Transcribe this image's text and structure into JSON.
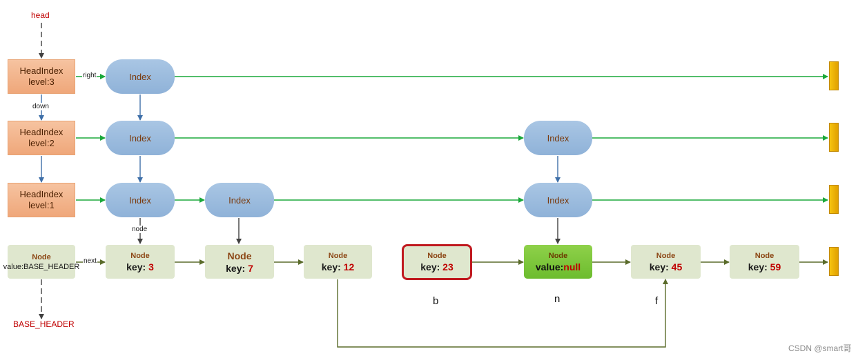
{
  "labels": {
    "head": "head",
    "base_header": "BASE_HEADER",
    "right": "right",
    "down": "down",
    "node": "node",
    "next": "next",
    "b": "b",
    "n": "n",
    "f": "f",
    "watermark": "CSDN @smart哥"
  },
  "head_indexes": [
    {
      "title": "HeadIndex",
      "level": "level:3"
    },
    {
      "title": "HeadIndex",
      "level": "level:2"
    },
    {
      "title": "HeadIndex",
      "level": "level:1"
    }
  ],
  "index_label": "Index",
  "base_node": {
    "title": "Node",
    "value": "value:BASE_HEADER"
  },
  "nodes": [
    {
      "title": "Node",
      "key_label": "key:",
      "key": "3"
    },
    {
      "title": "Node",
      "key_label": "key:",
      "key": "7"
    },
    {
      "title": "Node",
      "key_label": "key:",
      "key": "12"
    },
    {
      "title": "Node",
      "key_label": "key:",
      "key": "23"
    },
    {
      "title": "Node",
      "key_label": "value:",
      "key": "null"
    },
    {
      "title": "Node",
      "key_label": "key:",
      "key": "45"
    },
    {
      "title": "Node",
      "key_label": "key:",
      "key": "59"
    }
  ],
  "colors": {
    "green_arrow": "#1aa83a",
    "blue_arrow": "#3e6fa8",
    "dark_arrow": "#404040",
    "olive_arrow": "#5a6b2a",
    "highlight_border": "#c0191f",
    "null_node": "#7dc63c"
  }
}
